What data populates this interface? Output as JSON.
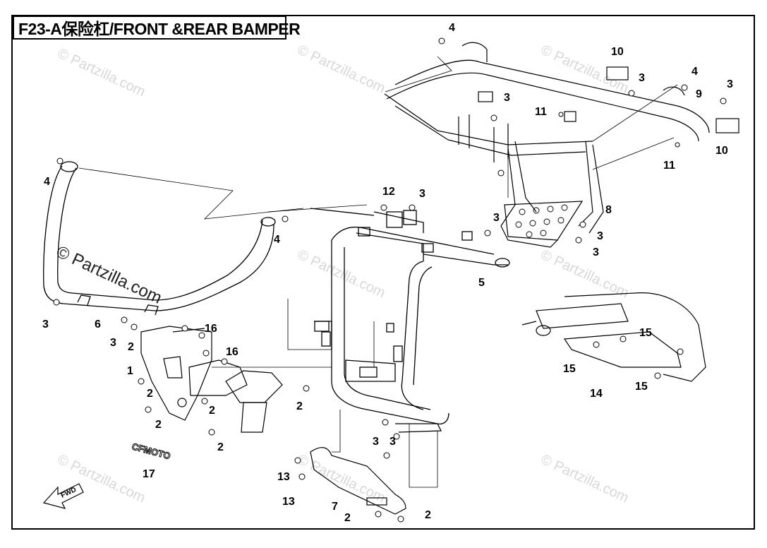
{
  "title": "F23-A保险杠/FRONT &REAR BAMPER",
  "watermark": "© Partzilla.com",
  "logo_text": "CFMOTO",
  "fwd_label": "FWD",
  "callouts": {
    "c4a": "4",
    "c10a": "10",
    "c3a": "3",
    "c4b": "4",
    "c3b": "3",
    "c9": "9",
    "c3c": "3",
    "c11a": "11",
    "c10b": "10",
    "c11b": "11",
    "c4c": "4",
    "c12": "12",
    "c3d": "3",
    "c4d": "4",
    "c8": "8",
    "c3e": "3",
    "c3f": "3",
    "c3g": "3",
    "c5": "5",
    "c3h": "3",
    "c6": "6",
    "c3i": "3",
    "c2a": "2",
    "c16a": "16",
    "c16b": "16",
    "c1": "1",
    "c2b": "2",
    "c2c": "2",
    "c2d": "2",
    "c2e": "2",
    "c15a": "15",
    "c15b": "15",
    "c15c": "15",
    "c14": "14",
    "c3j": "3",
    "c3k": "3",
    "c17": "17",
    "c13a": "13",
    "c13b": "13",
    "c7": "7",
    "c2f": "2",
    "c2g": "2"
  }
}
